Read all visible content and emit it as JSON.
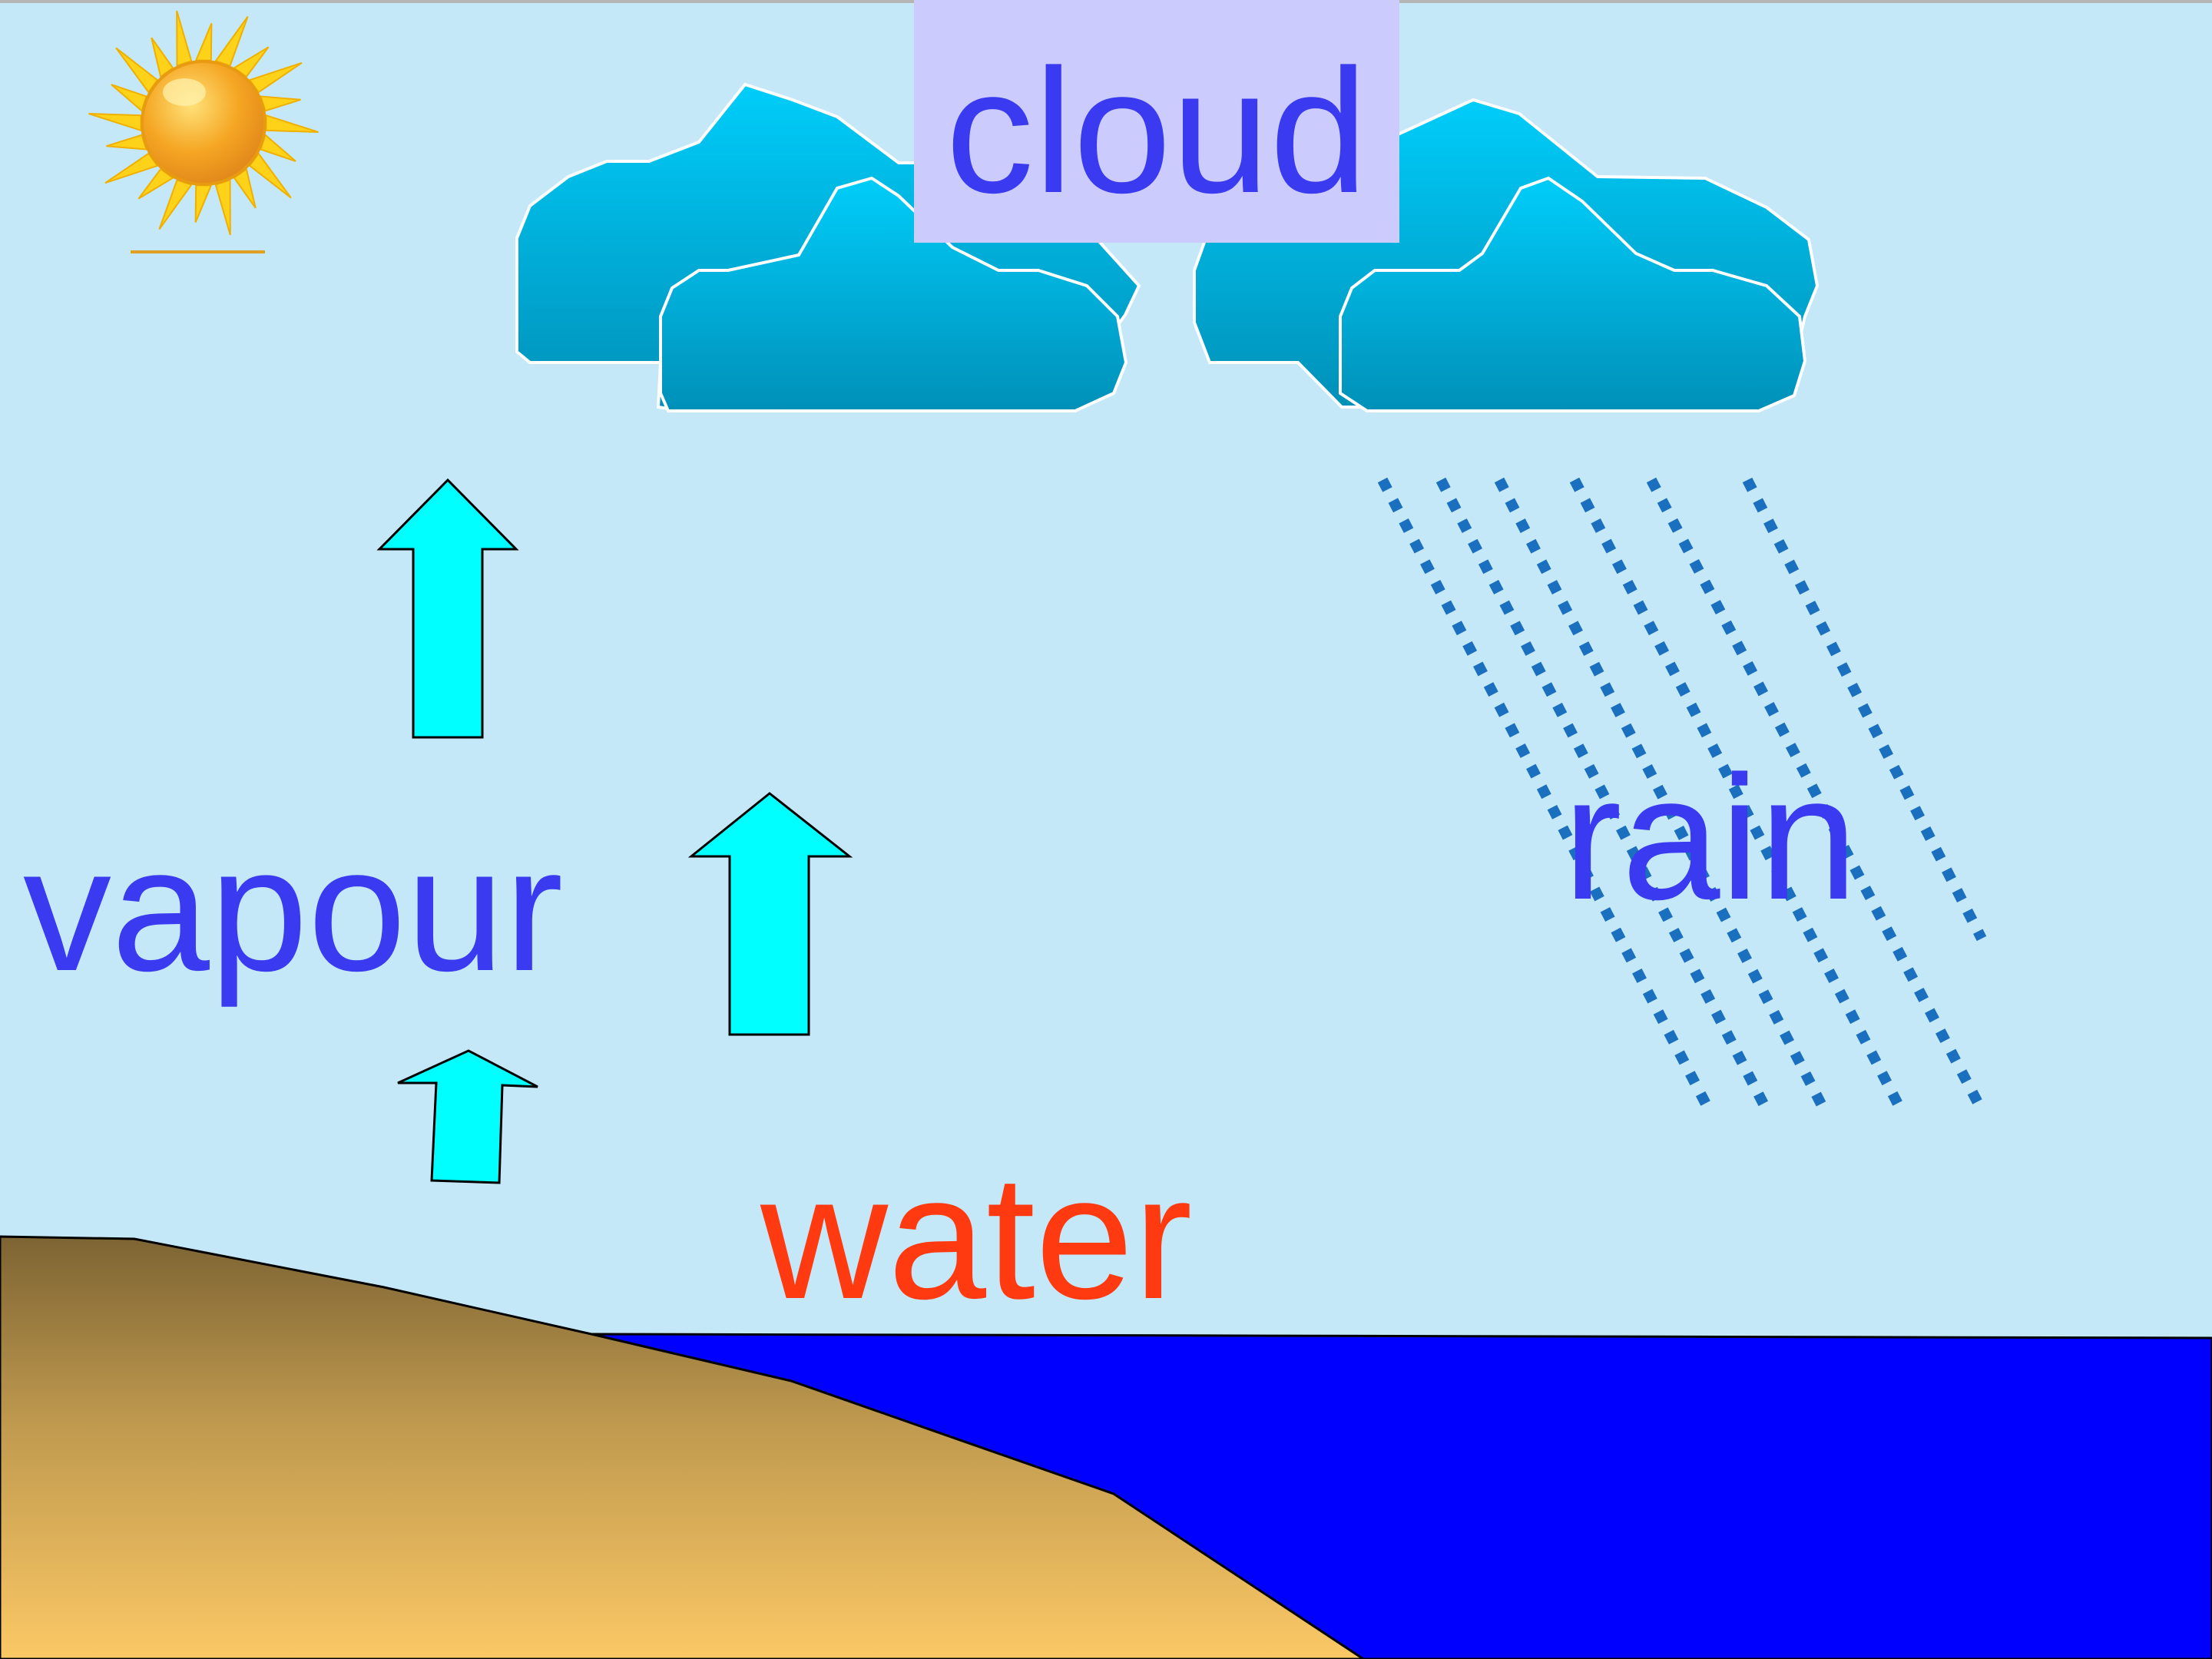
{
  "labels": {
    "cloud": "cloud",
    "vapour": "vapour",
    "rain": "rain",
    "water": "water"
  },
  "colors": {
    "sky": "#c5e8f8",
    "label_blue": "#3a3af0",
    "label_water": "#ff3a10",
    "cloud_label_bg": "#cbcbfd",
    "cloud_top": "#00cdfa",
    "cloud_bottom": "#0090b8",
    "arrow_fill": "#00ffff",
    "rain_drops": "#1a6fbf",
    "sea": "#0000ff",
    "land_top": "#7d6433",
    "land_bottom": "#fbc865",
    "sun_core": "#f5a623",
    "sun_rays": "#ffd21a"
  },
  "icons": [
    "sun-icon",
    "cloud-icon",
    "up-arrow-icon",
    "rain-drops-icon"
  ]
}
